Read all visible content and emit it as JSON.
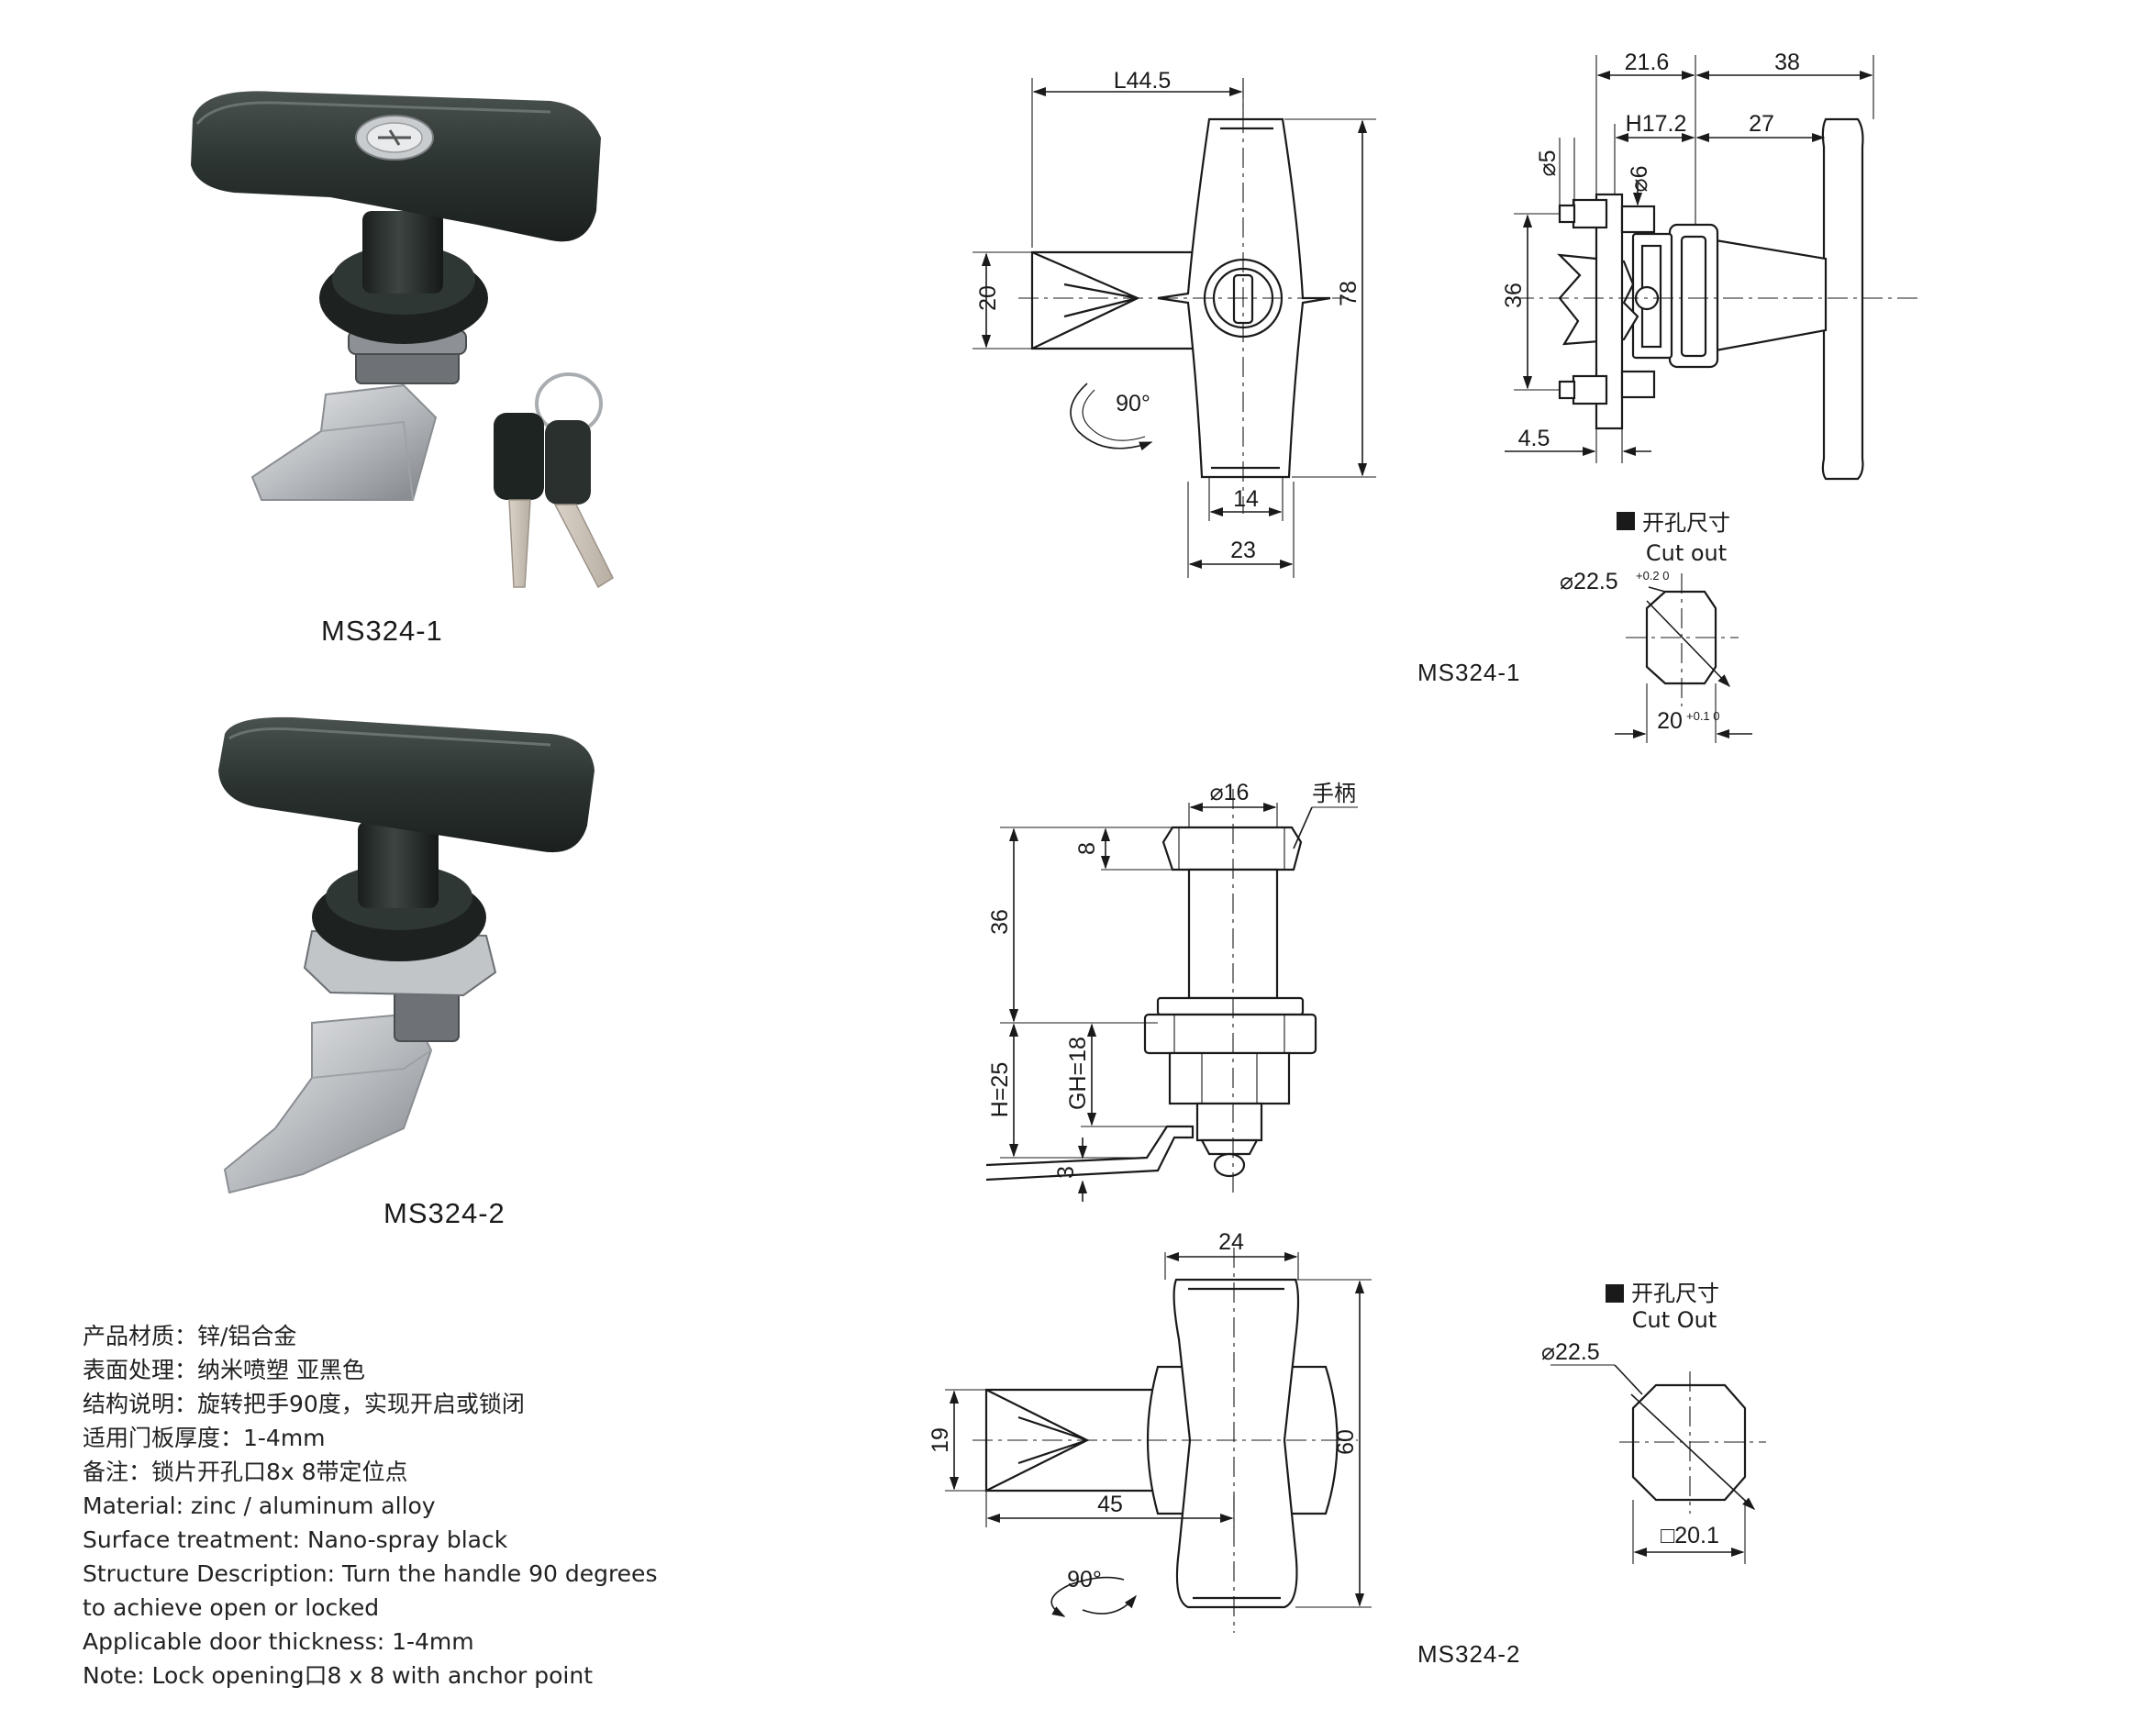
{
  "products": {
    "ms324_1": {
      "model": "MS324-1"
    },
    "ms324_2": {
      "model": "MS324-2"
    }
  },
  "drawings": {
    "ms324_1": {
      "model": "MS324-1",
      "front_dims": {
        "length": "L44.5",
        "height": "78",
        "cam_width": "20",
        "rotation": "90°",
        "neck": "14",
        "head": "23"
      },
      "side_dims": {
        "top_a": "21.6",
        "top_b": "38",
        "h": "H17.2",
        "mid": "27",
        "d5": "⌀5",
        "d6": "⌀6",
        "center": "36",
        "base": "4.5"
      },
      "cutout": {
        "title_cn": "开孔尺寸",
        "title_en": "Cut out",
        "diameter": "⌀22.5",
        "diameter_tol": "+0.2 0",
        "flat": "20",
        "flat_tol": "+0.1 0"
      }
    },
    "side_section": {
      "diameter": "⌀16",
      "handle_label": "手柄",
      "top": "8",
      "shaft": "36",
      "h": "H=25",
      "gh": "GH=18",
      "cam": "3"
    },
    "ms324_2": {
      "model": "MS324-2",
      "front_dims": {
        "head": "24",
        "height": "60",
        "cam_width": "19",
        "length": "45",
        "rotation": "90°"
      },
      "cutout": {
        "title_cn": "开孔尺寸",
        "title_en": "Cut Out",
        "diameter": "⌀22.5",
        "flat": "□20.1"
      }
    }
  },
  "specs": [
    "产品材质：锌/铝合金",
    "表面处理：纳米喷塑 亚黑色",
    "结构说明：旋转把手90度，实现开启或锁闭",
    "适用门板厚度：1-4mm",
    "备注：锁片开孔口8x 8带定位点",
    "Material: zinc / aluminum alloy",
    "Surface treatment: Nano-spray black",
    "Structure Description: Turn the handle 90 degrees",
    "to achieve open or locked",
    "Applicable door thickness: 1-4mm",
    "Note: Lock opening口8 x 8 with anchor point"
  ],
  "colors": {
    "handle": "#2b3330",
    "metal": "#b9bcc0",
    "line": "#1a1a1a"
  }
}
